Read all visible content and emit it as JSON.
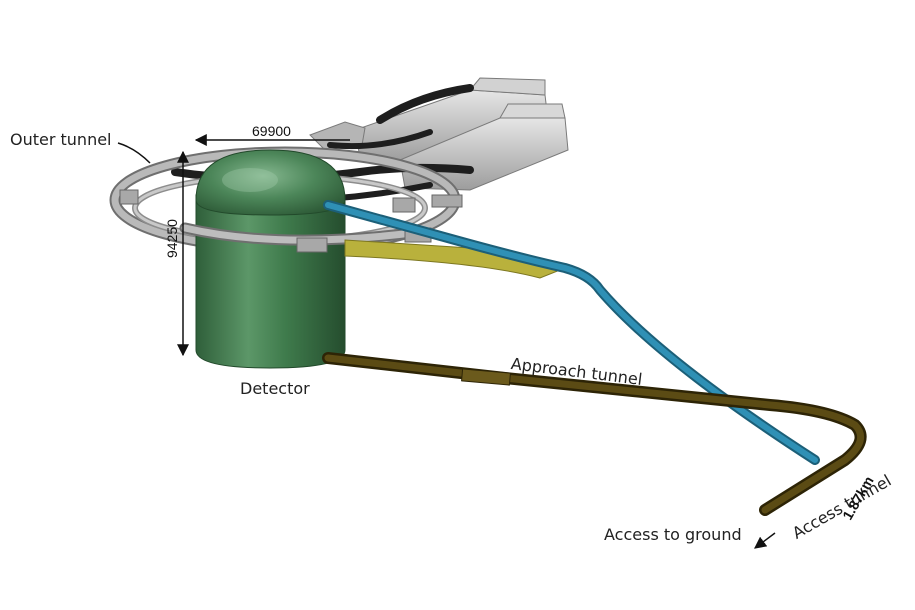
{
  "labels": {
    "outer_tunnel": "Outer tunnel",
    "width_dimension": "69900",
    "height_dimension": "94250",
    "detector": "Detector",
    "approach_tunnel": "Approach tunnel",
    "access_tunnel": "Access tunnel",
    "access_length": "1.87km",
    "access_to_ground": "Access to ground"
  },
  "colors": {
    "detector": "#3e7a4e",
    "detector_light": "#6da37a",
    "outer_tunnel": "#a8a8a8",
    "blue_tunnel": "#2f8fb3",
    "approach_tunnel": "#5a4a12",
    "yellow_segment": "#b8b13a",
    "cavern_blocks": "#bdbdbd"
  }
}
